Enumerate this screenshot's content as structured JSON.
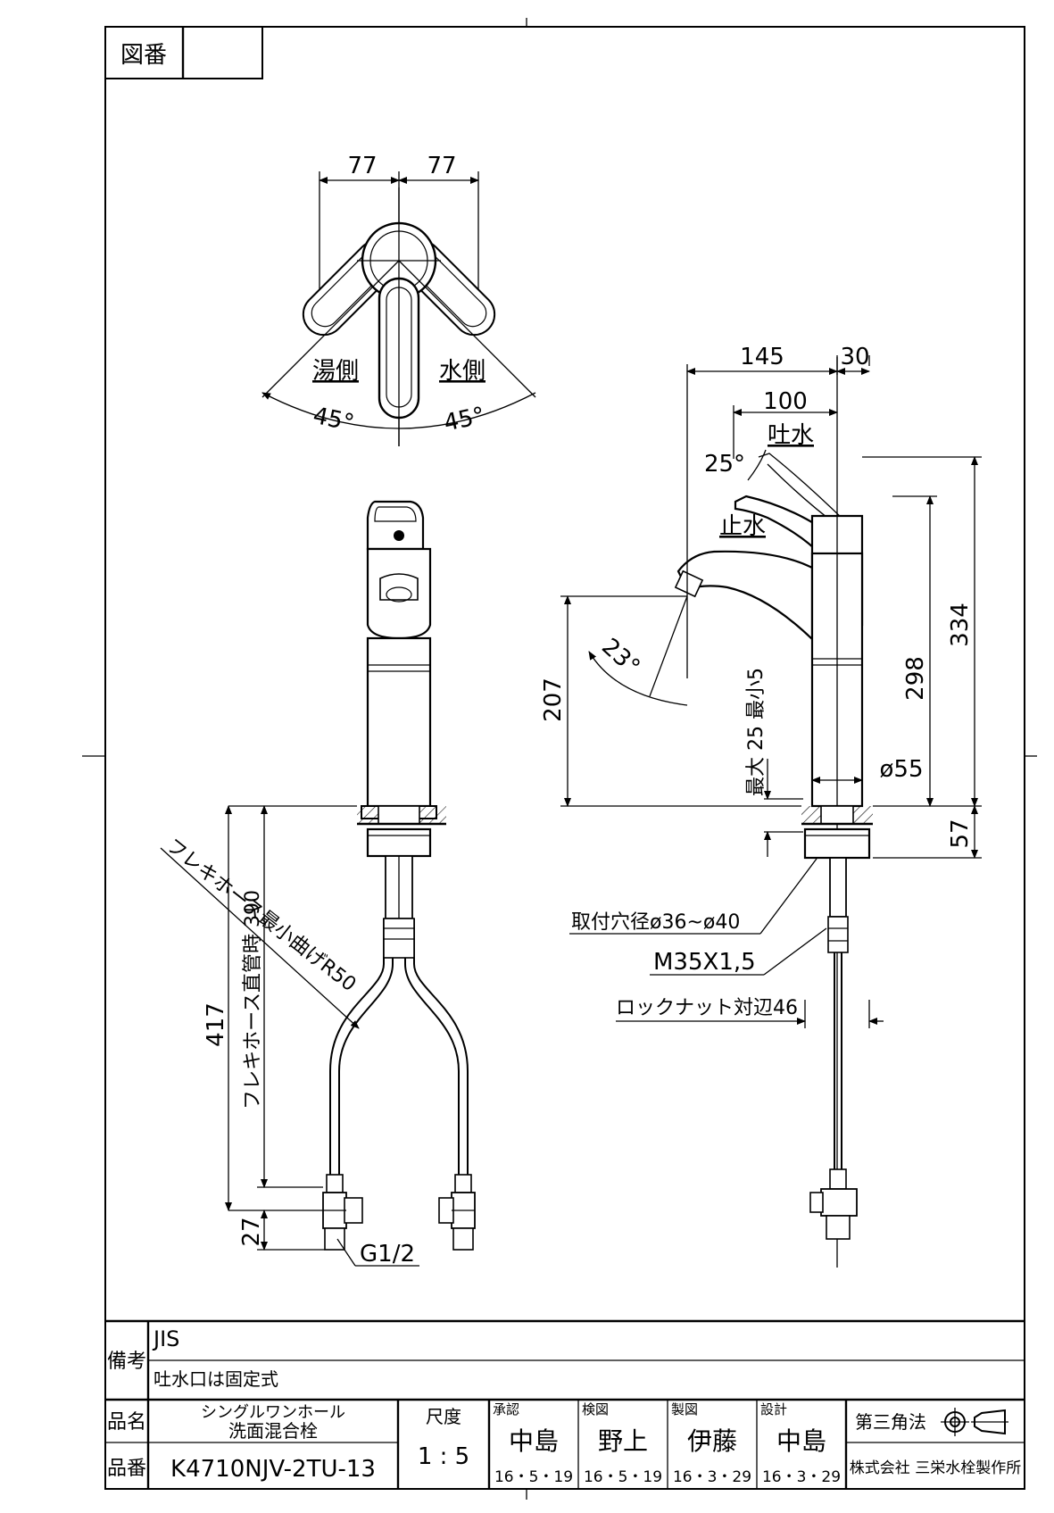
{
  "header": {
    "drawing_no_label": "図番",
    "drawing_no_value": ""
  },
  "top_view": {
    "dim_left": "77",
    "dim_right": "77",
    "hot_side": "湯側",
    "cold_side": "水側",
    "angle_left": "45°",
    "angle_right": "45°"
  },
  "front_view": {
    "hose_bend_note": "フレキホース最小曲げR50",
    "hose_straight_note": "フレキホース直管時 390",
    "dim_total": "417",
    "dim_bottom": "27",
    "connector": "G1/2"
  },
  "side_view": {
    "dim_145": "145",
    "dim_30": "30",
    "dim_100": "100",
    "spout_on": "吐水",
    "angle_25": "25°",
    "spout_off": "止水",
    "dim_334": "334",
    "dim_298": "298",
    "dim_207": "207",
    "angle_23": "23°",
    "max_thickness": "最大 25 最小5",
    "dia_55": "ø55",
    "dim_57": "57",
    "hole_dia": "取付穴径ø36~ø40",
    "thread": "M35X1,5",
    "locknut": "ロックナット対辺46"
  },
  "title_block": {
    "notes_label": "備考",
    "note_1": "JIS",
    "note_2": "吐水口は固定式",
    "product_name_label": "品名",
    "product_name_1": "シングルワンホール",
    "product_name_2": "洗面混合栓",
    "product_no_label": "品番",
    "product_no": "K4710NJV-2TU-13",
    "scale_label": "尺度",
    "scale": "1 : 5",
    "approved_label": "承認",
    "approved_name": "中島",
    "approved_date": "16・5・19",
    "checked_label": "検図",
    "checked_name": "野上",
    "checked_date": "16・5・19",
    "drawn_label": "製図",
    "drawn_name": "伊藤",
    "drawn_date": "16・3・29",
    "designed_label": "設計",
    "designed_name": "中島",
    "designed_date": "16・3・29",
    "projection": "第三角法",
    "company": "株式会社 三栄水栓製作所"
  }
}
